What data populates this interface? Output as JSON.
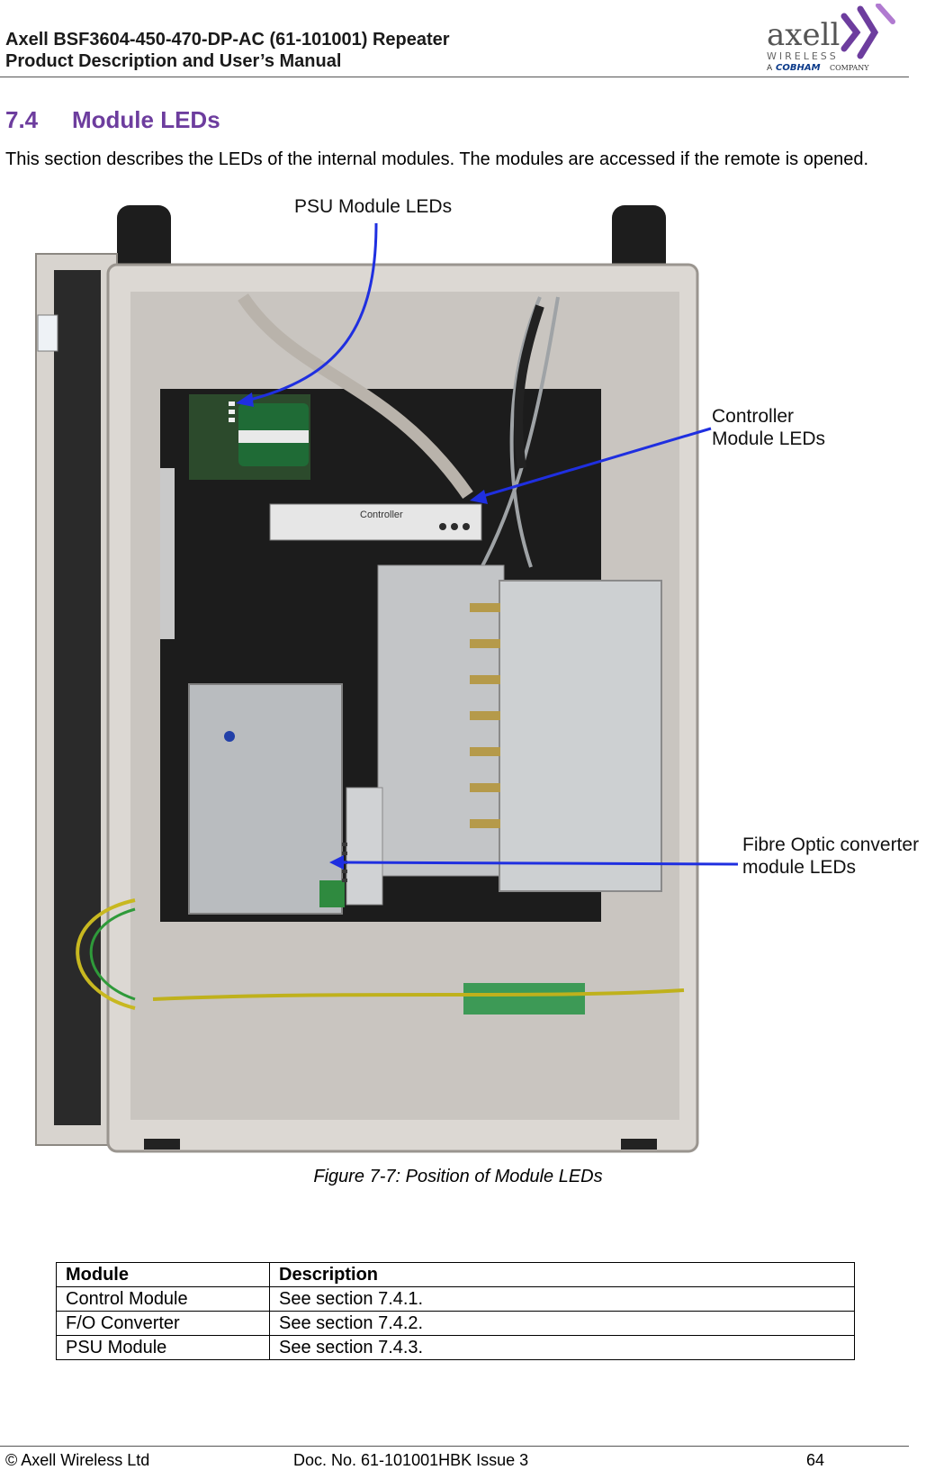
{
  "header": {
    "line1": "Axell BSF3604-450-470-DP-AC (61-101001) Repeater",
    "line2": "Product Description and User’s Manual",
    "logo_word": "axell",
    "logo_sub": "WIRELESS",
    "logo_a": "A",
    "logo_cobham": "COBHAM",
    "logo_company": "COMPANY"
  },
  "section": {
    "number": "7.4",
    "title": "Module LEDs",
    "intro": "This section describes the LEDs of the internal modules. The modules are accessed if the remote is opened."
  },
  "figure": {
    "callouts": {
      "psu": "PSU Module LEDs",
      "controller_1": "Controller",
      "controller_2": "Module LEDs",
      "fibre_1": "Fibre Optic converter",
      "fibre_2": "module LEDs"
    },
    "controller_panel_label": "Controller",
    "caption": "Figure 7-7: Position of Module LEDs",
    "colors": {
      "callout_arrow": "#1f2fe0",
      "enclosure": "#dcd8d3",
      "backplate": "#1c1c1c"
    }
  },
  "table": {
    "headers": [
      "Module",
      "Description"
    ],
    "rows": [
      [
        "Control Module",
        "See section 7.4.1."
      ],
      [
        "F/O Converter",
        "See section 7.4.2."
      ],
      [
        "PSU Module",
        "See section 7.4.3."
      ]
    ]
  },
  "footer": {
    "copyright": "© Axell Wireless Ltd",
    "doc_no": "Doc. No. 61-101001HBK Issue 3",
    "page": "64"
  }
}
